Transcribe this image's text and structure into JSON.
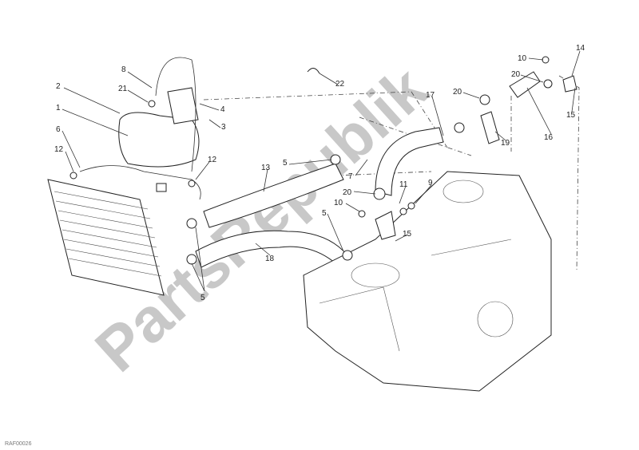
{
  "watermark": "PartsRepublik",
  "drawing_code": "RAF00026",
  "callouts": [
    {
      "id": "8",
      "text": "8"
    },
    {
      "id": "2",
      "text": "2"
    },
    {
      "id": "21",
      "text": "21"
    },
    {
      "id": "4",
      "text": "4"
    },
    {
      "id": "1",
      "text": "1"
    },
    {
      "id": "3",
      "text": "3"
    },
    {
      "id": "6",
      "text": "6"
    },
    {
      "id": "12a",
      "text": "12"
    },
    {
      "id": "12b",
      "text": "12"
    },
    {
      "id": "13",
      "text": "13"
    },
    {
      "id": "5a",
      "text": "5"
    },
    {
      "id": "22",
      "text": "22"
    },
    {
      "id": "10a",
      "text": "10"
    },
    {
      "id": "14",
      "text": "14"
    },
    {
      "id": "20a",
      "text": "20"
    },
    {
      "id": "20b",
      "text": "20"
    },
    {
      "id": "17",
      "text": "17"
    },
    {
      "id": "15a",
      "text": "15"
    },
    {
      "id": "16",
      "text": "16"
    },
    {
      "id": "19",
      "text": "19"
    },
    {
      "id": "7",
      "text": "7"
    },
    {
      "id": "20c",
      "text": "20"
    },
    {
      "id": "11",
      "text": "11"
    },
    {
      "id": "9",
      "text": "9"
    },
    {
      "id": "10b",
      "text": "10"
    },
    {
      "id": "5b",
      "text": "5"
    },
    {
      "id": "15b",
      "text": "15"
    },
    {
      "id": "18",
      "text": "18"
    },
    {
      "id": "5c",
      "text": "5"
    }
  ]
}
